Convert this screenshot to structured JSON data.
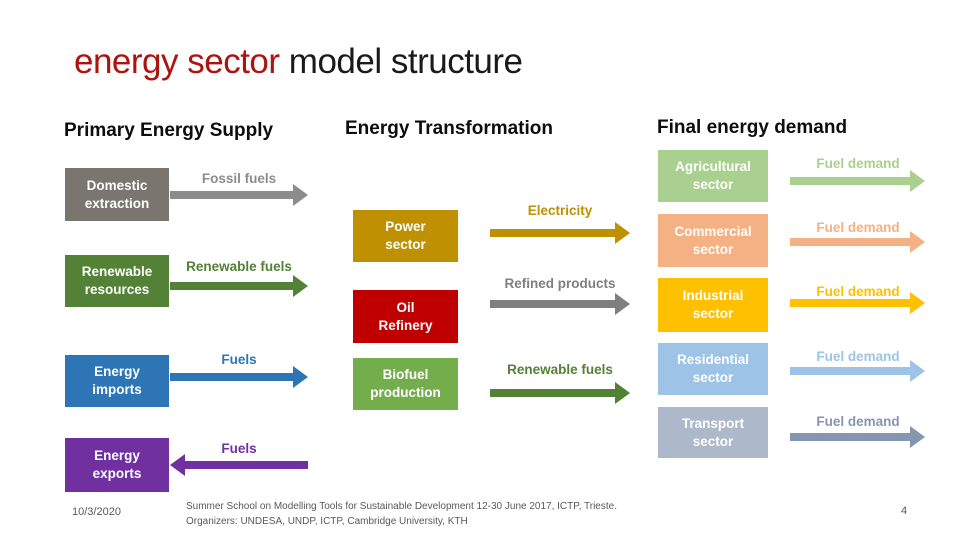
{
  "title": {
    "highlight": "energy sector",
    "rest": "model structure"
  },
  "headers": {
    "supply": "Primary Energy Supply",
    "transformation": "Energy Transformation",
    "demand": "Final energy demand"
  },
  "supply": {
    "boxes": [
      {
        "label": "Domestic extraction",
        "color": "#7B7570"
      },
      {
        "label": "Renewable resources",
        "color": "#538135"
      },
      {
        "label": "Energy imports",
        "color": "#2E75B6"
      },
      {
        "label": "Energy exports",
        "color": "#7030A0"
      }
    ],
    "flows": [
      {
        "label": "Fossil fuels",
        "color": "#8C8C8C",
        "direction": "right"
      },
      {
        "label": "Renewable fuels",
        "color": "#538135",
        "direction": "right"
      },
      {
        "label": "Fuels",
        "color": "#2E75B6",
        "direction": "right"
      },
      {
        "label": "Fuels",
        "color": "#7030A0",
        "direction": "left"
      }
    ]
  },
  "transformation": {
    "boxes": [
      {
        "label": "Power sector",
        "color": "#BF9000"
      },
      {
        "label": "Oil Refinery",
        "color": "#C00000"
      },
      {
        "label": "Biofuel production",
        "color": "#74AE4C"
      }
    ],
    "flows": [
      {
        "label": "Electricity",
        "color": "#BF9000"
      },
      {
        "label": "Refined products",
        "color": "#7F7F7F"
      },
      {
        "label": "Renewable fuels",
        "color": "#538135"
      }
    ]
  },
  "demand": {
    "boxes": [
      {
        "label": "Agricultural sector",
        "color": "#A9D08E"
      },
      {
        "label": "Commercial sector",
        "color": "#F4B183"
      },
      {
        "label": "Industrial sector",
        "color": "#FFC000"
      },
      {
        "label": "Residential sector",
        "color": "#9DC3E6"
      },
      {
        "label": "Transport sector",
        "color": "#ADB9CA"
      }
    ],
    "flows": [
      {
        "label": "Fuel demand",
        "color": "#A9D08E"
      },
      {
        "label": "Fuel demand",
        "color": "#F4B183"
      },
      {
        "label": "Fuel demand",
        "color": "#FFC000"
      },
      {
        "label": "Fuel demand",
        "color": "#9DC3E6"
      },
      {
        "label": "Fuel demand",
        "color": "#8496B0"
      }
    ]
  },
  "footer": {
    "date": "10/3/2020",
    "credit_line1": "Summer School on Modelling Tools for Sustainable Development 12-30 June 2017, ICTP, Trieste.",
    "credit_line2": "Organizers: UNDESA, UNDP, ICTP, Cambridge University, KTH",
    "page": "4"
  }
}
